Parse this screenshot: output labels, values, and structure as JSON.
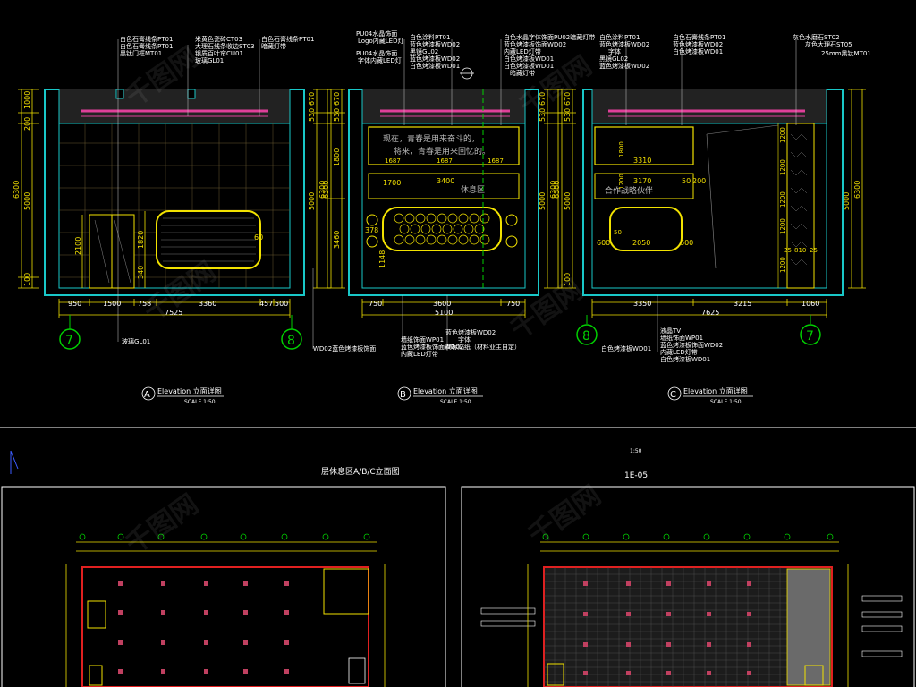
{
  "panels": [
    {
      "id": "A",
      "title": "Elevation 立面详图",
      "scale": "SCALE   1:50",
      "labels_top_left": [
        "白色石膏线条PT01",
        "白色石膏线条PT01",
        "黑钛门框MT01"
      ],
      "labels_top_right": [
        "米黄色瓷砖CT03",
        "大理石线条收边ST03",
        "银质百叶帘CU01",
        "玻璃GL01"
      ],
      "labels_top_far": [
        "白色石膏线条PT01",
        "暗藏灯带"
      ],
      "dims_left": [
        "1000",
        "200",
        "5000",
        "6300",
        "100"
      ],
      "dims_left2": [
        "2100",
        "1820",
        "340"
      ],
      "dims_right": [
        "530",
        "670",
        "6300",
        "5000"
      ],
      "dims_bottom": [
        "950",
        "1500",
        "758",
        "3360",
        "457",
        "500"
      ],
      "total": "7525",
      "grid_left": "7",
      "grid_right": "8",
      "bottom_labels": [
        "玻璃GL01",
        "WD02蓝色烤漆板饰面"
      ],
      "inner": [
        "60"
      ]
    },
    {
      "id": "B",
      "title": "Elevation 立面详图",
      "scale": "SCALE   1:50",
      "labels_top_left": [
        "PU04水晶饰面",
        "Logo内藏LED灯",
        "PU04水晶饰面",
        "字体内藏LED灯"
      ],
      "labels_top_mid": [
        "白色涂料PT01",
        "蓝色烤漆板WD02",
        "黑镜GL02",
        "蓝色烤漆板WD02",
        "白色烤漆板WD01"
      ],
      "labels_top_right": [
        "白色水晶字体饰面PU02暗藏灯带",
        "蓝色烤漆板饰面WD02",
        "内藏LED灯带",
        "白色烤漆板WD01",
        "白色烤漆板WD01",
        "暗藏灯带"
      ],
      "slogan1": "现在，青春是用来奋斗的，",
      "slogan2": "将来，青春是用来回忆的。",
      "dims_left": [
        "530",
        "670",
        "1800",
        "6300",
        "3460",
        "378"
      ],
      "dims_right": [
        "530",
        "670",
        "6300",
        "5000"
      ],
      "inner_dims": [
        "1687",
        "1687",
        "1687",
        "3400",
        "1700",
        "1148"
      ],
      "rest_text": "休息区",
      "dims_bottom": [
        "750",
        "3600",
        "750"
      ],
      "total": "5100",
      "bottom_labels": [
        "墙纸饰面WP01",
        "蓝色烤漆板饰面WD02",
        "内藏LED灯带",
        "蓝色烤漆板WD02",
        "字体",
        "商标贴纸（材料业主自定）"
      ]
    },
    {
      "id": "C",
      "title": "Elevation 立面详图",
      "scale": "SCALE   1:50",
      "labels_top_left": [
        "白色涂料PT01",
        "蓝色烤漆板WD02",
        "字体",
        "黑镜GL02",
        "蓝色烤漆板WD02"
      ],
      "labels_top_mid": [
        "白色石膏线条PT01",
        "蓝色烤漆板WD02",
        "白色烤漆板WD01"
      ],
      "labels_top_right": [
        "灰色水磨石ST02",
        "灰色大理石ST05",
        "25mm黑钛MT01"
      ],
      "dims_left": [
        "530",
        "670",
        "6300",
        "5000",
        "1800",
        "1200",
        "100"
      ],
      "dims_right": [
        "6300",
        "5000",
        "1200",
        "1200",
        "1200",
        "1200",
        "1200"
      ],
      "inner_dims": [
        "3310",
        "3170",
        "50",
        "200",
        "2050",
        "600",
        "600",
        "50"
      ],
      "partner_text": "合作战略伙伴",
      "dims_bottom": [
        "3350",
        "3215",
        "1060"
      ],
      "total": "7625",
      "small_dims": [
        "25",
        "810",
        "25"
      ],
      "grid_left": "8",
      "grid_right": "7",
      "bottom_labels": [
        "液晶TV",
        "墙纸饰面WP01",
        "白色烤漆板WD01",
        "蓝色烤漆板饰面WD02",
        "内藏LED灯带",
        "白色烤漆板WD01"
      ]
    }
  ],
  "lower": {
    "scale_text": "1:50",
    "left_title": "一层休息区A/B/C立面图",
    "right_title": "1E-05"
  },
  "watermark": "千图网",
  "colors": {
    "background": "#000000",
    "wall": "#19c7c7",
    "dim": "#f2e200",
    "magenta": "#e0409a",
    "green": "#00d000",
    "red": "#e02020",
    "white": "#ffffff"
  }
}
